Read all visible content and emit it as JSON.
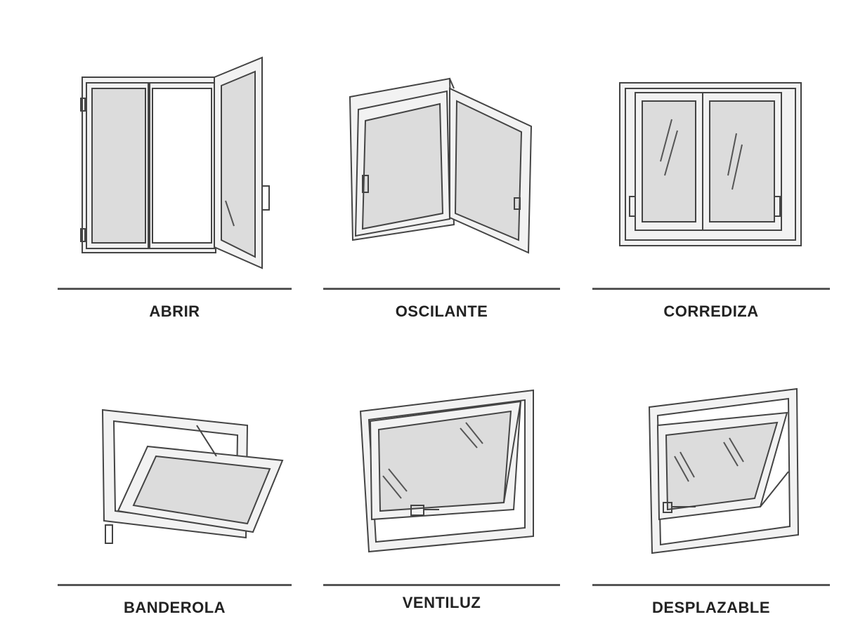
{
  "window_types": [
    {
      "name": "ABRIR"
    },
    {
      "name": "OSCILANTE"
    },
    {
      "name": "CORREDIZA"
    },
    {
      "name": "BANDEROLA"
    },
    {
      "name": "VENTILUZ"
    },
    {
      "name": "DESPLAZABLE"
    }
  ]
}
